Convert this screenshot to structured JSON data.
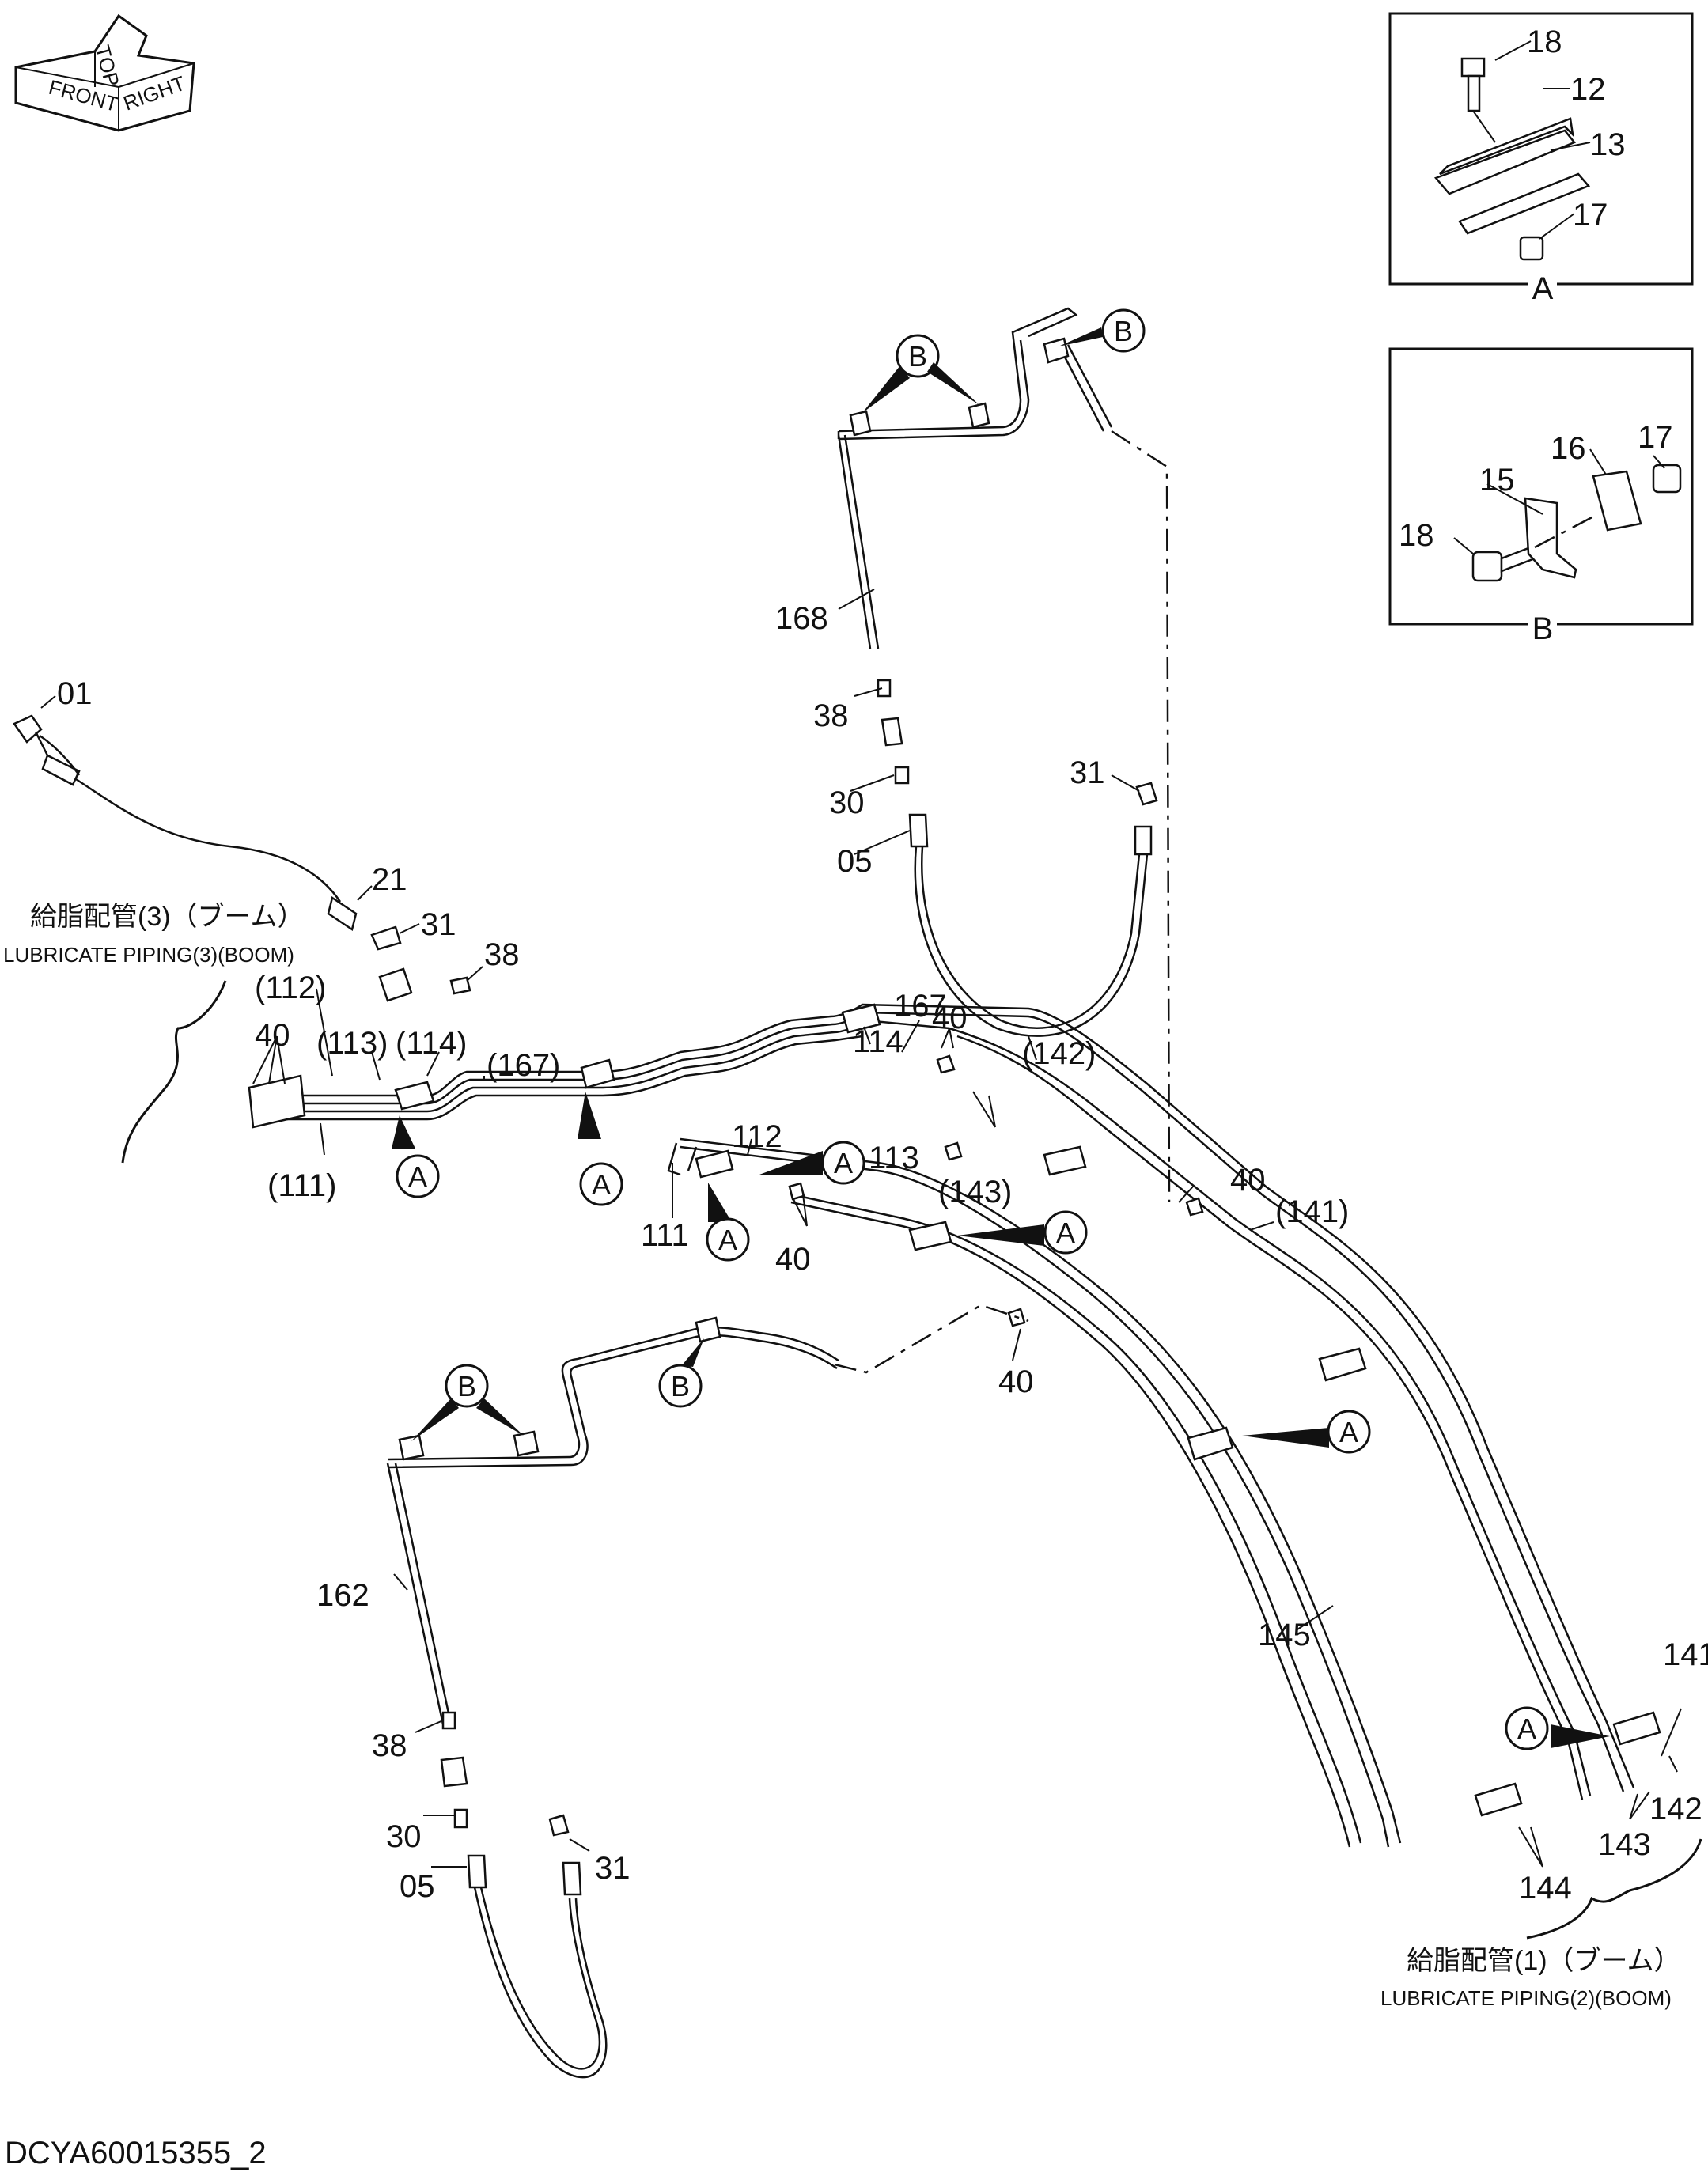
{
  "drawing_code": "DCYA60015355_2",
  "orientation_icon": {
    "labels": [
      "FRONT",
      "TOP",
      "RIGHT"
    ]
  },
  "captions": {
    "top_left_jp": "給脂配管(3)（ブーム）",
    "top_left_en": "LUBRICATE PIPING(3)(BOOM)",
    "bottom_right_jp": "給脂配管(1)（ブーム）",
    "bottom_right_en": "LUBRICATE PIPING(2)(BOOM)"
  },
  "detail_A": {
    "title": "A",
    "parts": [
      "18",
      "12",
      "13",
      "17"
    ]
  },
  "detail_B": {
    "title": "B",
    "parts": [
      "17",
      "16",
      "15",
      "18"
    ]
  },
  "callout_letters": {
    "a": "A",
    "b": "B"
  },
  "part_labels": {
    "p01": "01",
    "p21": "21",
    "p31a": "31",
    "p38a": "38",
    "p112_ref": "(112)",
    "p40a": "40",
    "p113_ref": "(113)",
    "p114_ref": "(114)",
    "p167_ref": "(167)",
    "p111_ref": "(111)",
    "p167": "167",
    "p114": "114",
    "p40b": "40",
    "p142_ref": "(142)",
    "p112": "112",
    "p113": "113",
    "p143_ref": "(143)",
    "p111": "111",
    "p40c": "40",
    "p40d": "40",
    "p141_ref": "(141)",
    "p40e": "40",
    "p168": "168",
    "p38b": "38",
    "p30a": "30",
    "p05a": "05",
    "p31b": "31",
    "p162": "162",
    "p38c": "38",
    "p30b": "30",
    "p05b": "05",
    "p31c": "31",
    "p145": "145",
    "p141": "141",
    "p142": "142",
    "p143": "143",
    "p144": "144"
  }
}
